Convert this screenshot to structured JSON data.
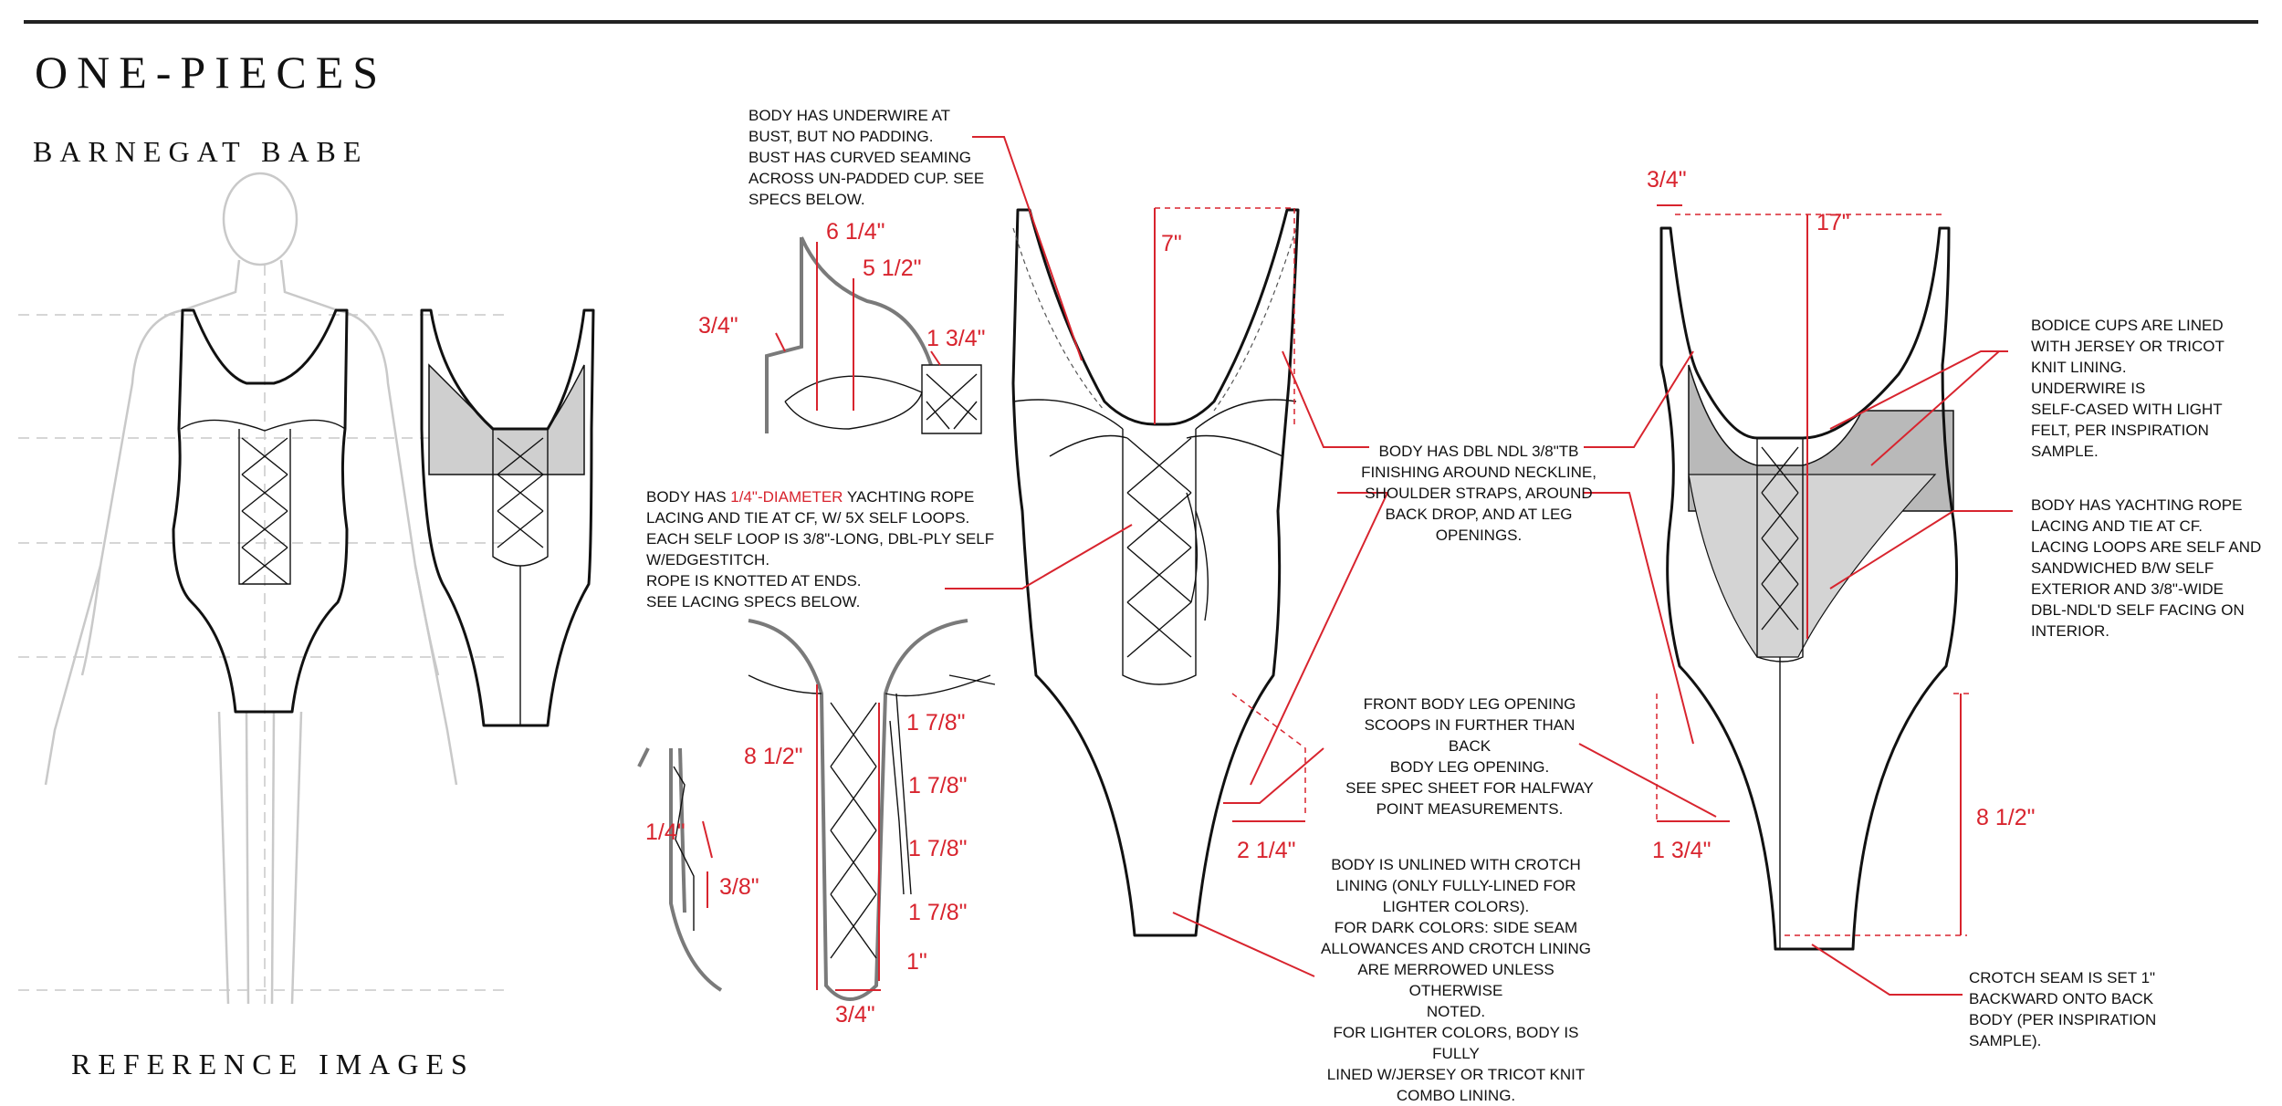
{
  "header": {
    "title": "ONE-PIECES",
    "subtitle": "BARNEGAT BABE",
    "reference_label": "REFERENCE IMAGES"
  },
  "colors": {
    "accent": "#d8242e",
    "ink": "#111111",
    "ghost": "#c9c9c9",
    "cup_fill": "#b9b9b9"
  },
  "notes": {
    "underwire": "BODY HAS UNDERWIRE AT\nBUST, BUT NO PADDING.\nBUST HAS CURVED SEAMING\nACROSS UN-PADDED CUP. SEE\nSPECS BELOW.",
    "rope_prefix": "BODY HAS ",
    "rope_highlight": "1/4\"-DIAMETER",
    "rope_rest": " YACHTING ROPE\nLACING AND TIE AT CF, W/ 5X SELF LOOPS.\nEACH SELF LOOP IS 3/8\"-LONG, DBL-PLY SELF\nW/EDGESTITCH.\nROPE IS KNOTTED AT ENDS.\nSEE LACING SPECS BELOW.",
    "dbl_ndl": "BODY HAS DBL NDL 3/8\"TB\nFINISHING AROUND NECKLINE,\nSHOULDER STRAPS, AROUND\nBACK DROP, AND AT LEG\nOPENINGS.",
    "leg_opening": "FRONT BODY LEG OPENING\nSCOOPS IN FURTHER THAN BACK\nBODY LEG OPENING.\nSEE SPEC SHEET FOR HALFWAY\nPOINT MEASUREMENTS.",
    "unlined": "BODY IS UNLINED WITH CROTCH\nLINING (ONLY FULLY-LINED FOR\nLIGHTER COLORS).\nFOR DARK COLORS: SIDE SEAM\nALLOWANCES AND CROTCH LINING\nARE MERROWED UNLESS OTHERWISE\nNOTED.\nFOR LIGHTER COLORS, BODY IS FULLY\nLINED W/JERSEY OR TRICOT KNIT\nCOMBO LINING.",
    "bodice_cups": "BODICE CUPS ARE LINED\nWITH JERSEY OR TRICOT\nKNIT LINING.\nUNDERWIRE IS\nSELF-CASED WITH LIGHT\nFELT, PER INSPIRATION\nSAMPLE.",
    "yachting_back": "BODY HAS YACHTING ROPE\nLACING AND TIE AT CF.\nLACING LOOPS ARE SELF AND\nSANDWICHED B/W SELF\nEXTERIOR AND 3/8\"-WIDE\nDBL-NDL'D SELF FACING ON\nINTERIOR.",
    "crotch_seam": "CROTCH SEAM IS SET 1\"\nBACKWARD ONTO BACK\nBODY (PER INSPIRATION\nSAMPLE)."
  },
  "dims": {
    "cup_6_1_4": "6 1/4\"",
    "cup_5_1_2": "5 1/2\"",
    "cup_3_4": "3/4\"",
    "cup_1_3_4": "1 3/4\"",
    "front_7": "7\"",
    "lace_8_1_2": "8 1/2\"",
    "lace_1_7_8_a": "1 7/8\"",
    "lace_1_7_8_b": "1 7/8\"",
    "lace_1_7_8_c": "1 7/8\"",
    "lace_1_7_8_d": "1 7/8\"",
    "lace_1": "1\"",
    "lace_3_4": "3/4\"",
    "loop_1_4": "1/4\"",
    "loop_3_8": "3/8\"",
    "front_leg_2_1_4": "2 1/4\"",
    "back_3_4": "3/4\"",
    "back_17": "17\"",
    "back_leg_1_3_4": "1 3/4\"",
    "back_8_1_2": "8 1/2\""
  }
}
